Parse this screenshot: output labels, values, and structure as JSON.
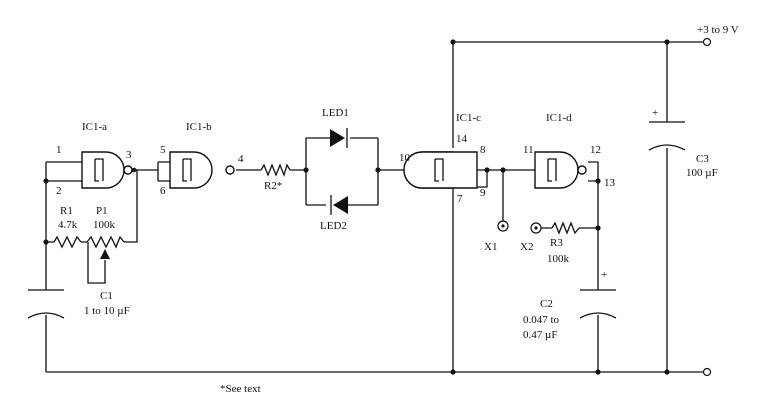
{
  "supply": {
    "label": "+3 to 9 V"
  },
  "gates": {
    "ic1a": "IC1-a",
    "ic1b": "IC1-b",
    "ic1c": "IC1-c",
    "ic1d": "IC1-d"
  },
  "pins": {
    "a1": "1",
    "a2": "2",
    "a3": "3",
    "b5": "5",
    "b6": "6",
    "b4": "4",
    "c10": "10",
    "c14": "14",
    "c8": "8",
    "c9": "9",
    "c7": "7",
    "d11": "11",
    "d12": "12",
    "d13": "13"
  },
  "components": {
    "r1": {
      "name": "R1",
      "value": "4.7k"
    },
    "p1": {
      "name": "P1",
      "value": "100k"
    },
    "c1": {
      "name": "C1",
      "value": "1 to 10 µF"
    },
    "r2": {
      "name": "R2*"
    },
    "led1": {
      "name": "LED1"
    },
    "led2": {
      "name": "LED2"
    },
    "x1": {
      "name": "X1"
    },
    "x2": {
      "name": "X2"
    },
    "r3": {
      "name": "R3",
      "value": "100k"
    },
    "c2": {
      "name": "C2",
      "value_line1": "0.047 to",
      "value_line2": "0.47 µF"
    },
    "c3": {
      "name": "C3",
      "value": "100 µF"
    }
  },
  "polarity": {
    "plus": "+"
  },
  "footnote": "*See text"
}
